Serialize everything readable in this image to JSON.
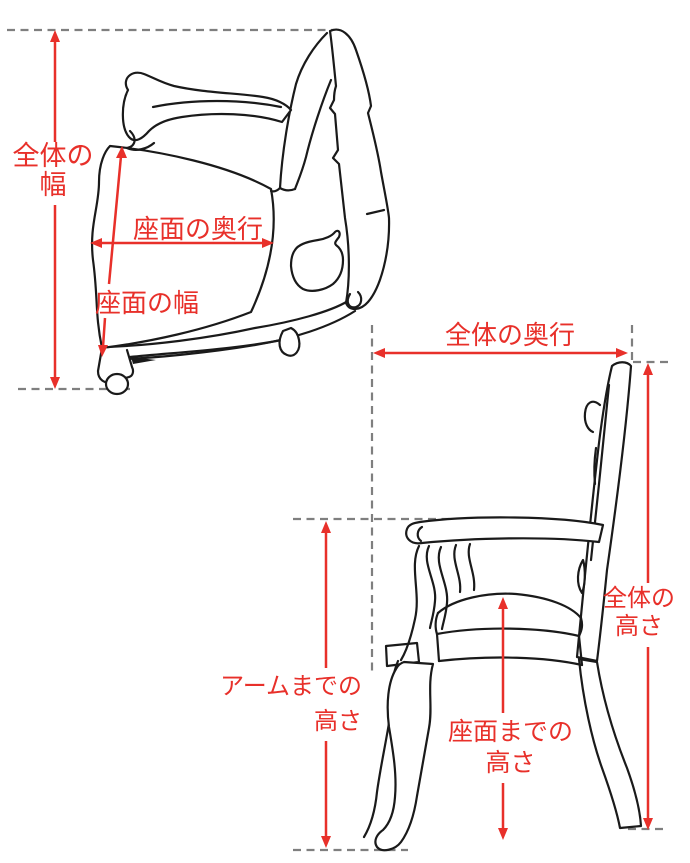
{
  "diagram_name": "chair-dimension-guide",
  "colors": {
    "accent": "#e8302a",
    "ink": "#1a1a1a",
    "guide": "#7f7f7f",
    "background": "#ffffff"
  },
  "labels": {
    "overall_width": {
      "line1": "全体の",
      "line2": "幅"
    },
    "seat_depth": {
      "text": "座面の奥行"
    },
    "seat_width": {
      "text": "座面の幅"
    },
    "overall_depth": {
      "text": "全体の奥行"
    },
    "overall_height": {
      "line1": "全体の",
      "line2": "高さ"
    },
    "arm_height": {
      "line1": "アームまでの",
      "line2": "高さ"
    },
    "seat_height": {
      "line1": "座面までの",
      "line2": "高さ"
    }
  }
}
